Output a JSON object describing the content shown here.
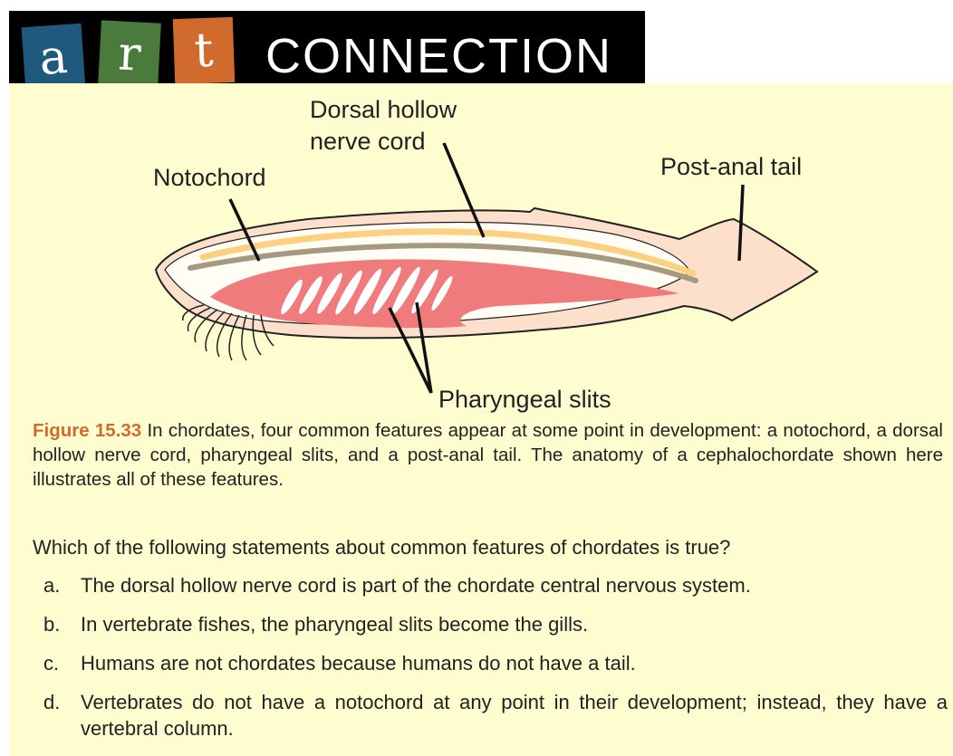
{
  "banner": {
    "letters": [
      "a",
      "r",
      "t"
    ],
    "word": "CONNECTION",
    "colors": {
      "a": "#1f5a7e",
      "r": "#4a7a3c",
      "t": "#d06b2d",
      "background": "#000000"
    }
  },
  "figure": {
    "labels": {
      "notochord": "Notochord",
      "nerve_cord_line1": "Dorsal hollow",
      "nerve_cord_line2": "nerve cord",
      "post_anal_tail": "Post-anal tail",
      "pharyngeal_slits": "Pharyngeal slits"
    },
    "colors": {
      "body": "#fde0cc",
      "pharynx": "#f07b7c",
      "nerve_cord": "#fbd080",
      "notochord": "#a59a80",
      "outline": "#222222",
      "panel": "#fefdd0"
    }
  },
  "caption": {
    "figure_number": "Figure 15.33",
    "text": " In chordates, four common features appear at some point in development: a notochord, a dorsal hollow nerve cord, pharyngeal slits, and a post-anal tail. The anatomy of a cephalochordate shown here illustrates all of these features."
  },
  "question": "Which of the following statements about common features of chordates is true?",
  "options": [
    {
      "letter": "a.",
      "text": "The dorsal hollow nerve cord is part of the chordate central nervous system."
    },
    {
      "letter": "b.",
      "text": "In vertebrate fishes, the pharyngeal slits become the gills."
    },
    {
      "letter": "c.",
      "text": "Humans are not chordates because humans do not have a tail."
    },
    {
      "letter": "d.",
      "text": "Vertebrates do not have a notochord at any point in their development; instead, they have a vertebral column."
    }
  ]
}
